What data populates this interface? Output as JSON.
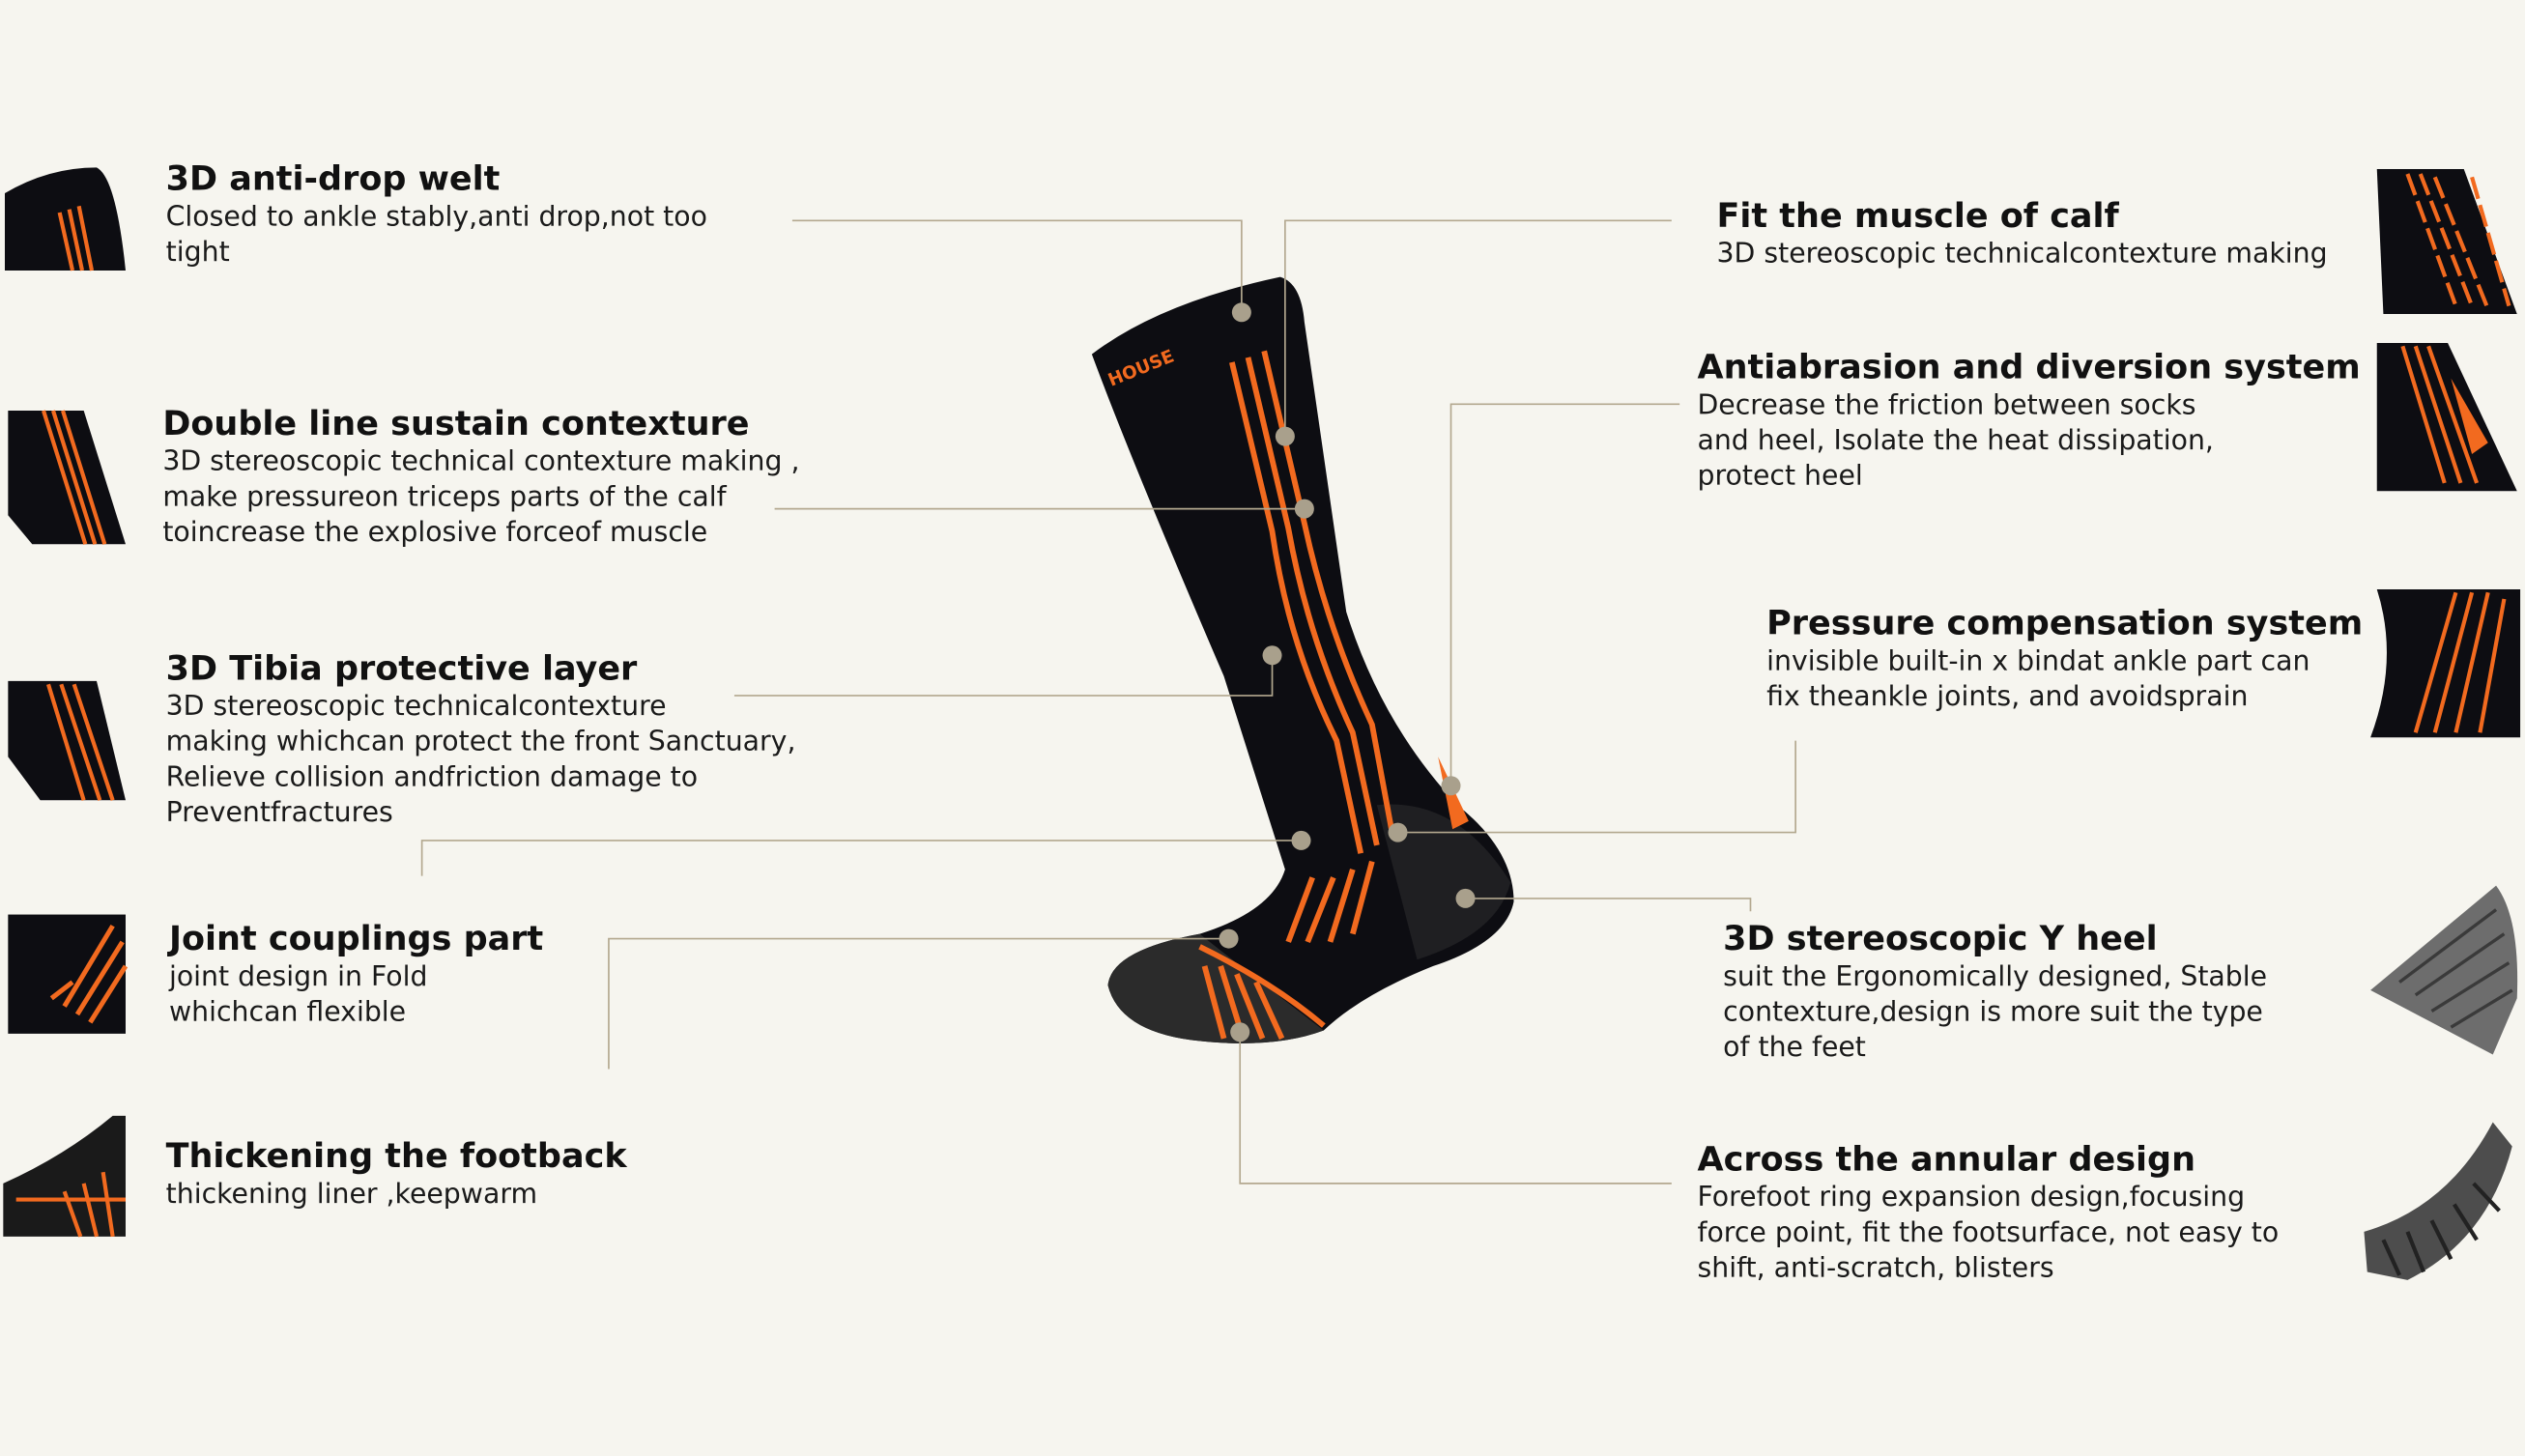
{
  "features_left": [
    {
      "title": "3D anti-drop welt",
      "desc": [
        "Closed to ankle stably,anti drop,not too",
        "tight"
      ]
    },
    {
      "title": "Double line sustain contexture",
      "desc": [
        "3D stereoscopic technical contexture making ,",
        "make pressureon triceps parts of the calf",
        "toincrease the explosive forceof muscle"
      ]
    },
    {
      "title": "3D Tibia protective layer",
      "desc": [
        "3D stereoscopic technicalcontexture",
        "making whichcan protect the front Sanctuary,",
        "Relieve collision andfriction damage to",
        "Preventfractures"
      ]
    },
    {
      "title": "Joint couplings part",
      "desc": [
        "joint design in Fold",
        "whichcan flexible"
      ]
    },
    {
      "title": "Thickening the footback",
      "desc": [
        "thickening liner ,keepwarm"
      ]
    }
  ],
  "features_right": [
    {
      "title": "Fit the muscle of calf",
      "desc": [
        "3D stereoscopic technicalcontexture making"
      ]
    },
    {
      "title": "Antiabrasion and diversion system",
      "desc": [
        "Decrease the friction between socks",
        "and heel, Isolate the heat dissipation,",
        "protect heel"
      ]
    },
    {
      "title": "Pressure compensation system",
      "desc": [
        "invisible built-in x bindat ankle part can",
        "fix theankle joints, and avoidsprain"
      ]
    },
    {
      "title": "3D stereoscopic Y heel",
      "desc": [
        "suit the Ergonomically designed, Stable",
        "contexture,design is more suit the type",
        "of the feet"
      ]
    },
    {
      "title": "Across the annular design",
      "desc": [
        "Forefoot ring expansion design,focusing",
        "force point, fit the footsurface, not easy to",
        "shift, anti-scratch, blisters"
      ]
    }
  ],
  "sock_brand": "HOUSE",
  "colors": {
    "background": "#f6f5ef",
    "sock": "#0d0d12",
    "stripe": "#f26a1f",
    "leader": "#b3a88f",
    "dot": "#a9a08c"
  }
}
